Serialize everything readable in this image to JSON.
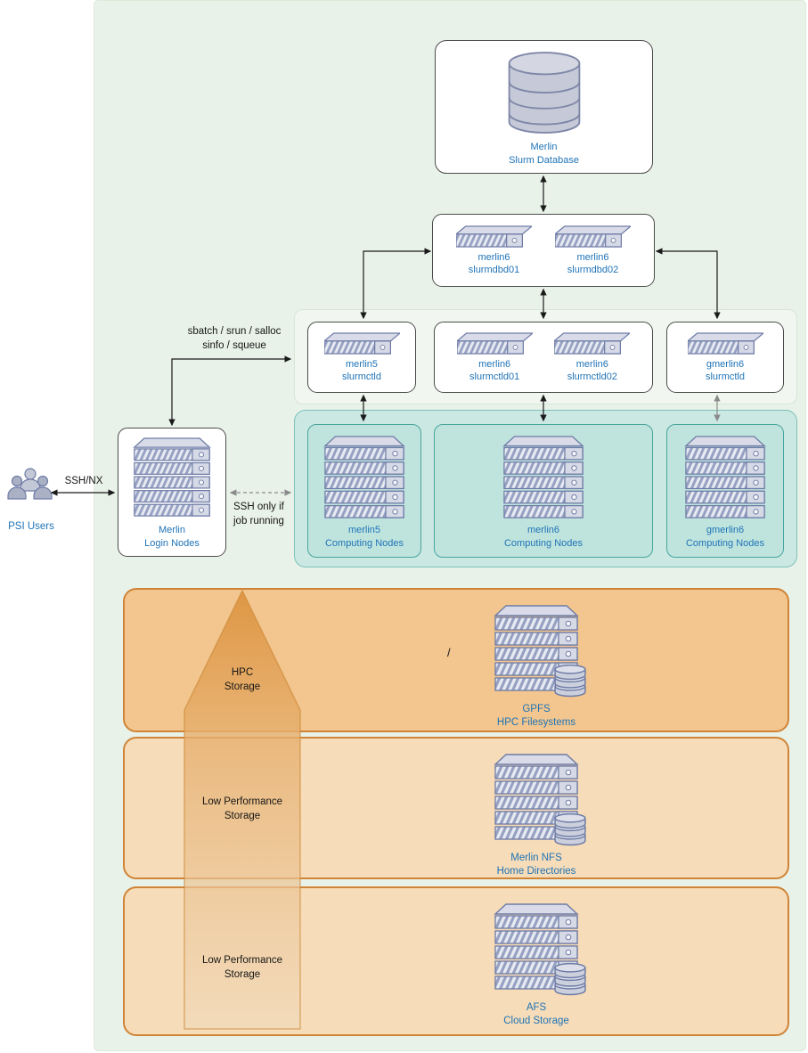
{
  "colors": {
    "label_blue": "#1f73b7",
    "panel_green": "#e9f2e9",
    "computing_container": "#cbe8e3",
    "computing_box": "#bfe4de",
    "computing_border": "#49a59d",
    "storage_border": "#d08437",
    "storage_dark": "#f2c68e",
    "storage_light": "#f6dcb8",
    "server_gray": "#d6dae6"
  },
  "icons": {
    "database-icon": "stacked-cylinder",
    "server-1u-icon": "striped-rack-unit",
    "server-tower-icon": "striped-server-stack",
    "disk-stack-icon": "three-small-cylinders",
    "users-icon": "three-person-group"
  },
  "database": {
    "line1": "Merlin",
    "line2": "Slurm Database"
  },
  "slurmdbd": {
    "node1": {
      "line1": "merlin6",
      "line2": "slurmdbd01"
    },
    "node2": {
      "line1": "merlin6",
      "line2": "slurmdbd02"
    }
  },
  "slurmctld": {
    "merlin5": {
      "line1": "merlin5",
      "line2": "slurmctld"
    },
    "merlin6a": {
      "line1": "merlin6",
      "line2": "slurmctld01"
    },
    "merlin6b": {
      "line1": "merlin6",
      "line2": "slurmctld02"
    },
    "gmerlin6": {
      "line1": "gmerlin6",
      "line2": "slurmctld"
    }
  },
  "computing": {
    "merlin5": {
      "line1": "merlin5",
      "line2": "Computing Nodes"
    },
    "merlin6": {
      "line1": "merlin6",
      "line2": "Computing Nodes"
    },
    "gmerlin6": {
      "line1": "gmerlin6",
      "line2": "Computing Nodes"
    }
  },
  "login": {
    "line1": "Merlin",
    "line2": "Login Nodes"
  },
  "users": {
    "label": "PSI Users"
  },
  "annotations": {
    "ssh_nx": "SSH/NX",
    "submit_line1": "sbatch / srun / salloc",
    "submit_line2": "sinfo / squeue",
    "ssh_only_line1": "SSH only if",
    "ssh_only_line2": "job running",
    "root_mount": "/"
  },
  "storage": [
    {
      "tier_line1": "HPC",
      "tier_line2": "Storage",
      "name_line1": "GPFS",
      "name_line2": "HPC Filesystems"
    },
    {
      "tier_line1": "Low Performance",
      "tier_line2": "Storage",
      "name_line1": "Merlin NFS",
      "name_line2": "Home Directories"
    },
    {
      "tier_line1": "Low Performance",
      "tier_line2": "Storage",
      "name_line1": "AFS",
      "name_line2": "Cloud Storage"
    }
  ]
}
